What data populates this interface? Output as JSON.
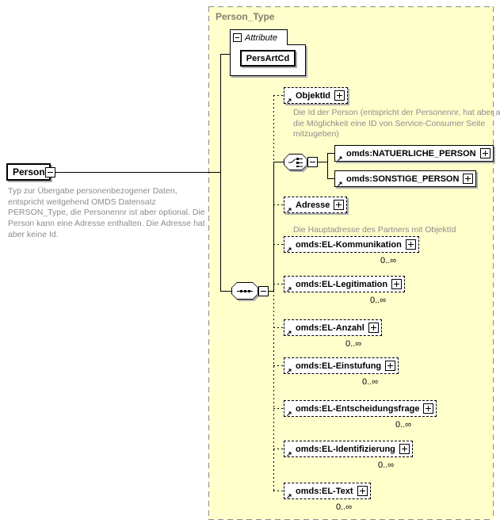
{
  "root": {
    "name": "Person",
    "annotation": "Typ zur Übergabe personenbezogener Daten, entspricht weitgehend OMDS Datensatz PERSON_Type, die Personennr ist aber optional. Die Person kann eine Adresse enthalten. Die Adresse hat aber keine Id."
  },
  "panel": {
    "title": "Person_Type",
    "attribute_label": "Attribute",
    "attribute_name": "PersArtCd"
  },
  "children": {
    "objektid": {
      "name": "ObjektId",
      "annotation": "Die Id der Person (entspricht der Personennr, hat aber auch die Möglichkeit eine ID von Service-Consumer Seite mitzugeben)"
    },
    "choice": {
      "natuerliche_person": "omds:NATUERLICHE_PERSON",
      "sonstige_person": "omds:SONSTIGE_PERSON"
    },
    "adresse": {
      "name": "Adresse",
      "annotation": "Die Hauptadresse des Partners mit ObjektId"
    },
    "el_kommunikation": {
      "name": "omds:EL-Kommunikation",
      "occurs": "0..∞"
    },
    "el_legitimation": {
      "name": "omds:EL-Legitimation",
      "occurs": "0..∞"
    },
    "el_anzahl": {
      "name": "omds:EL-Anzahl",
      "occurs": "0..∞"
    },
    "el_einstufung": {
      "name": "omds:EL-Einstufung",
      "occurs": "0..∞"
    },
    "el_entscheidungsfrage": {
      "name": "omds:EL-Entscheidungsfrage",
      "occurs": "0..∞"
    },
    "el_identifizierung": {
      "name": "omds:EL-Identifizierung",
      "occurs": "0..∞"
    },
    "el_text": {
      "name": "omds:EL-Text",
      "occurs": "0..∞"
    }
  },
  "icons": {
    "ref_arrow": "↗"
  },
  "colors": {
    "panel_bg": "#ffffcc",
    "panel_border": "#8a8a8a",
    "panel_title": "#7f7f6f",
    "annotation_text": "#8c8c8c",
    "box_shadow": "#adadad",
    "line": "#000000"
  }
}
